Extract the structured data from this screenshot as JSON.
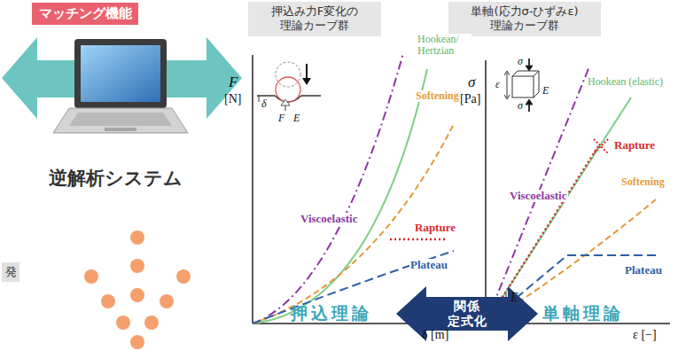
{
  "diagram": {
    "nodes": [
      {
        "text": [
          "マッチング機能"
        ]
      },
      {
        "text": [
          "押込み力F変化の 理論カーブ群"
        ]
      },
      {
        "text": [
          "単軸(応力σ-ひずみε) 理論カーブ群"
        ]
      },
      {
        "text": [
          "発"
        ]
      },
      {
        "text": [
          "関係 定式化"
        ]
      }
    ],
    "labels": [
      "逆解析システム",
      "F",
      "[N]",
      "δ",
      "F",
      "E",
      "Viscoelastic",
      "Hookean/ Hertzian",
      "Softening",
      "Rapture",
      "Plateau",
      "δ [m]",
      "σ",
      "[Pa]",
      "σ",
      "ε",
      "E",
      "σ",
      "Hookean (elastic)",
      "Rapture",
      "Softening",
      "Viscoelastic",
      "Plateau",
      "E",
      "ε [−]",
      "押込理論",
      "単軸理論"
    ]
  }
}
